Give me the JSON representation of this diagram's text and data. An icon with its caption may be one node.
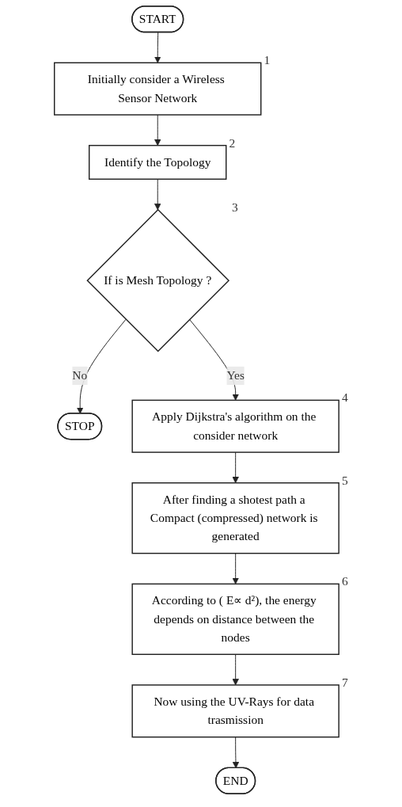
{
  "diagram": {
    "nodes": [
      {
        "text": [
          "START"
        ]
      },
      {
        "text": [
          "Initially consider a Wireless Sensor Network"
        ],
        "beside": [
          "1"
        ]
      },
      {
        "text": [
          "Identify the Topology"
        ],
        "beside": [
          "2"
        ]
      },
      {
        "text": [
          "If is Mesh Topology ?"
        ],
        "beside": [
          "3"
        ]
      },
      {
        "text": [
          "STOP"
        ]
      },
      {
        "text": [
          "Apply Dijkstra's algorithm on the consider network"
        ],
        "beside": [
          "4"
        ]
      },
      {
        "text": [
          "After finding a shotest path a Compact (compressed) network is generated"
        ],
        "beside": [
          "5"
        ]
      },
      {
        "text": [
          "According to ( E∝ d²), the energy depends on distance between the nodes"
        ],
        "beside": [
          "6"
        ]
      },
      {
        "text": [
          "Now using the UV-Rays for data trasmission"
        ],
        "beside": [
          "7"
        ]
      },
      {
        "text": [
          "END"
        ]
      }
    ],
    "edges": [
      {
        "from": 0,
        "to": 1,
        "arrow": "to"
      },
      {
        "from": 1,
        "to": 2,
        "arrow": "to"
      },
      {
        "from": 2,
        "to": 3,
        "arrow": "to"
      },
      {
        "from": 3,
        "to": 4,
        "arrow": "to",
        "label": "No"
      },
      {
        "from": 3,
        "to": 5,
        "arrow": "to",
        "label": "Yes"
      },
      {
        "from": 5,
        "to": 6,
        "arrow": "to"
      },
      {
        "from": 6,
        "to": 7,
        "arrow": "to"
      },
      {
        "from": 7,
        "to": 8,
        "arrow": "to"
      },
      {
        "from": 8,
        "to": 9,
        "arrow": "to"
      }
    ]
  }
}
